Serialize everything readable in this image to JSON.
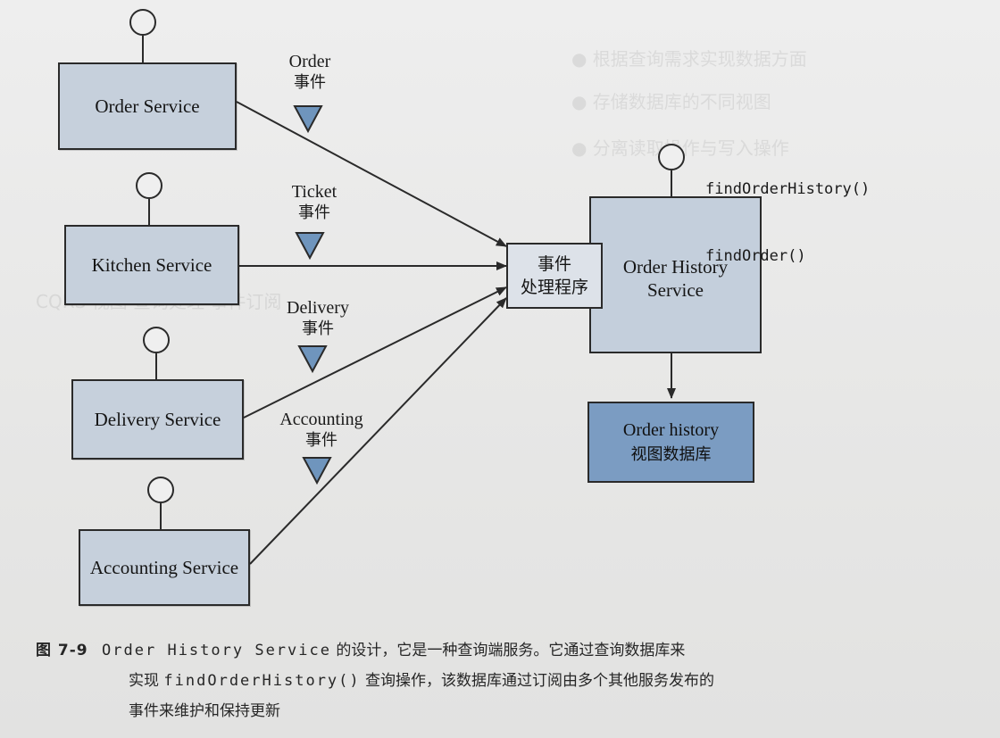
{
  "services": [
    {
      "name": "Order Service"
    },
    {
      "name": "Kitchen Service"
    },
    {
      "name": "Delivery Service"
    },
    {
      "name": "Accounting Service"
    }
  ],
  "events": [
    {
      "name": "Order",
      "suffix": "事件"
    },
    {
      "name": "Ticket",
      "suffix": "事件"
    },
    {
      "name": "Delivery",
      "suffix": "事件"
    },
    {
      "name": "Accounting",
      "suffix": "事件"
    }
  ],
  "handler": {
    "label": "事件\n处理程序"
  },
  "query_service": {
    "name": "Order History\nService",
    "apis": [
      "findOrderHistory()",
      "findOrder()"
    ]
  },
  "database": {
    "line1": "Order history",
    "line2": "视图数据库"
  },
  "caption": {
    "figure_number": "图 7-9",
    "part1_mono": "Order History Service",
    "part1_rest": "的设计，它是一种查询端服务。它通过查询数据库来",
    "part2_prefix": "实现",
    "part2_mono": "findOrderHistory()",
    "part2_rest": "查询操作，该数据库通过订阅由多个其他服务发布的",
    "part3": "事件来维护和保持更新"
  },
  "colors": {
    "service_fill": "#c6d0dc",
    "database_fill": "#7b9cc2",
    "event_triangle": "#6f95bd",
    "line": "#2a2a2a"
  }
}
